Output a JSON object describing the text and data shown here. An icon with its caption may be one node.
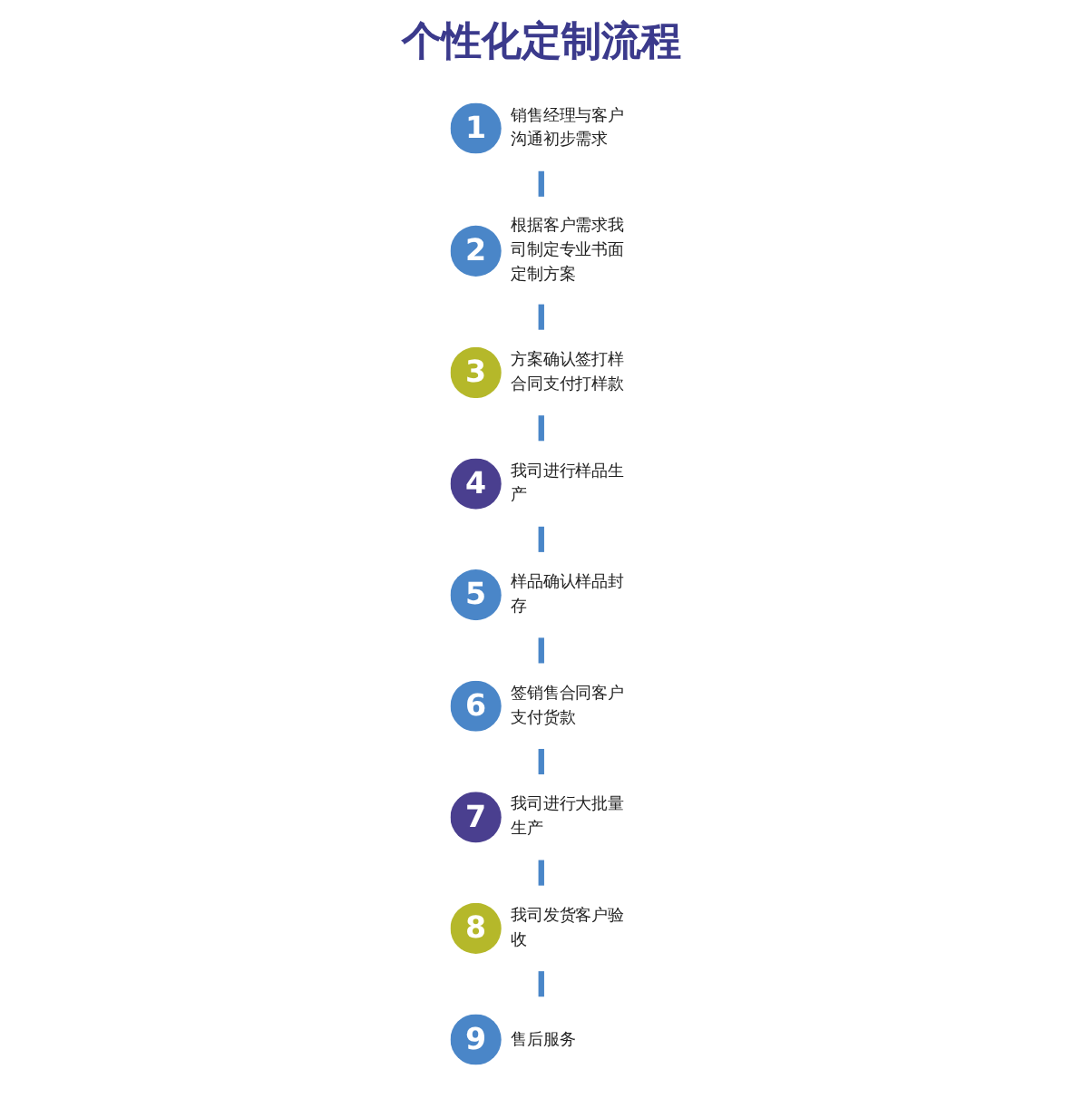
{
  "diagram": {
    "title": "个性化定制流程",
    "nodes": [
      {
        "text": [
          "1"
        ],
        "beside": [
          "销售经理与客户沟通初步需求"
        ]
      },
      {
        "text": [
          "2"
        ],
        "beside": [
          "根据客户需求我司制定专业书面定制方案"
        ]
      },
      {
        "text": [
          "3"
        ],
        "beside": [
          "方案确认签打样合同支付打样款"
        ]
      },
      {
        "text": [
          "4"
        ],
        "beside": [
          "我司进行样品生产"
        ]
      },
      {
        "text": [
          "5"
        ],
        "beside": [
          "样品确认样品封存"
        ]
      },
      {
        "text": [
          "6"
        ],
        "beside": [
          "签销售合同客户支付货款"
        ]
      },
      {
        "text": [
          "7"
        ],
        "beside": [
          "我司进行大批量生产"
        ]
      },
      {
        "text": [
          "8"
        ],
        "beside": [
          "我司发货客户验收"
        ]
      },
      {
        "text": [
          "9"
        ],
        "beside": [
          "售后服务"
        ]
      }
    ],
    "edges": [
      {
        "from": 0,
        "to": 1,
        "arrow": "none"
      },
      {
        "from": 1,
        "to": 2,
        "arrow": "none"
      },
      {
        "from": 2,
        "to": 3,
        "arrow": "none"
      },
      {
        "from": 3,
        "to": 4,
        "arrow": "none"
      },
      {
        "from": 4,
        "to": 5,
        "arrow": "none"
      },
      {
        "from": 5,
        "to": 6,
        "arrow": "none"
      },
      {
        "from": 6,
        "to": 7,
        "arrow": "none"
      },
      {
        "from": 7,
        "to": 8,
        "arrow": "none"
      }
    ]
  }
}
